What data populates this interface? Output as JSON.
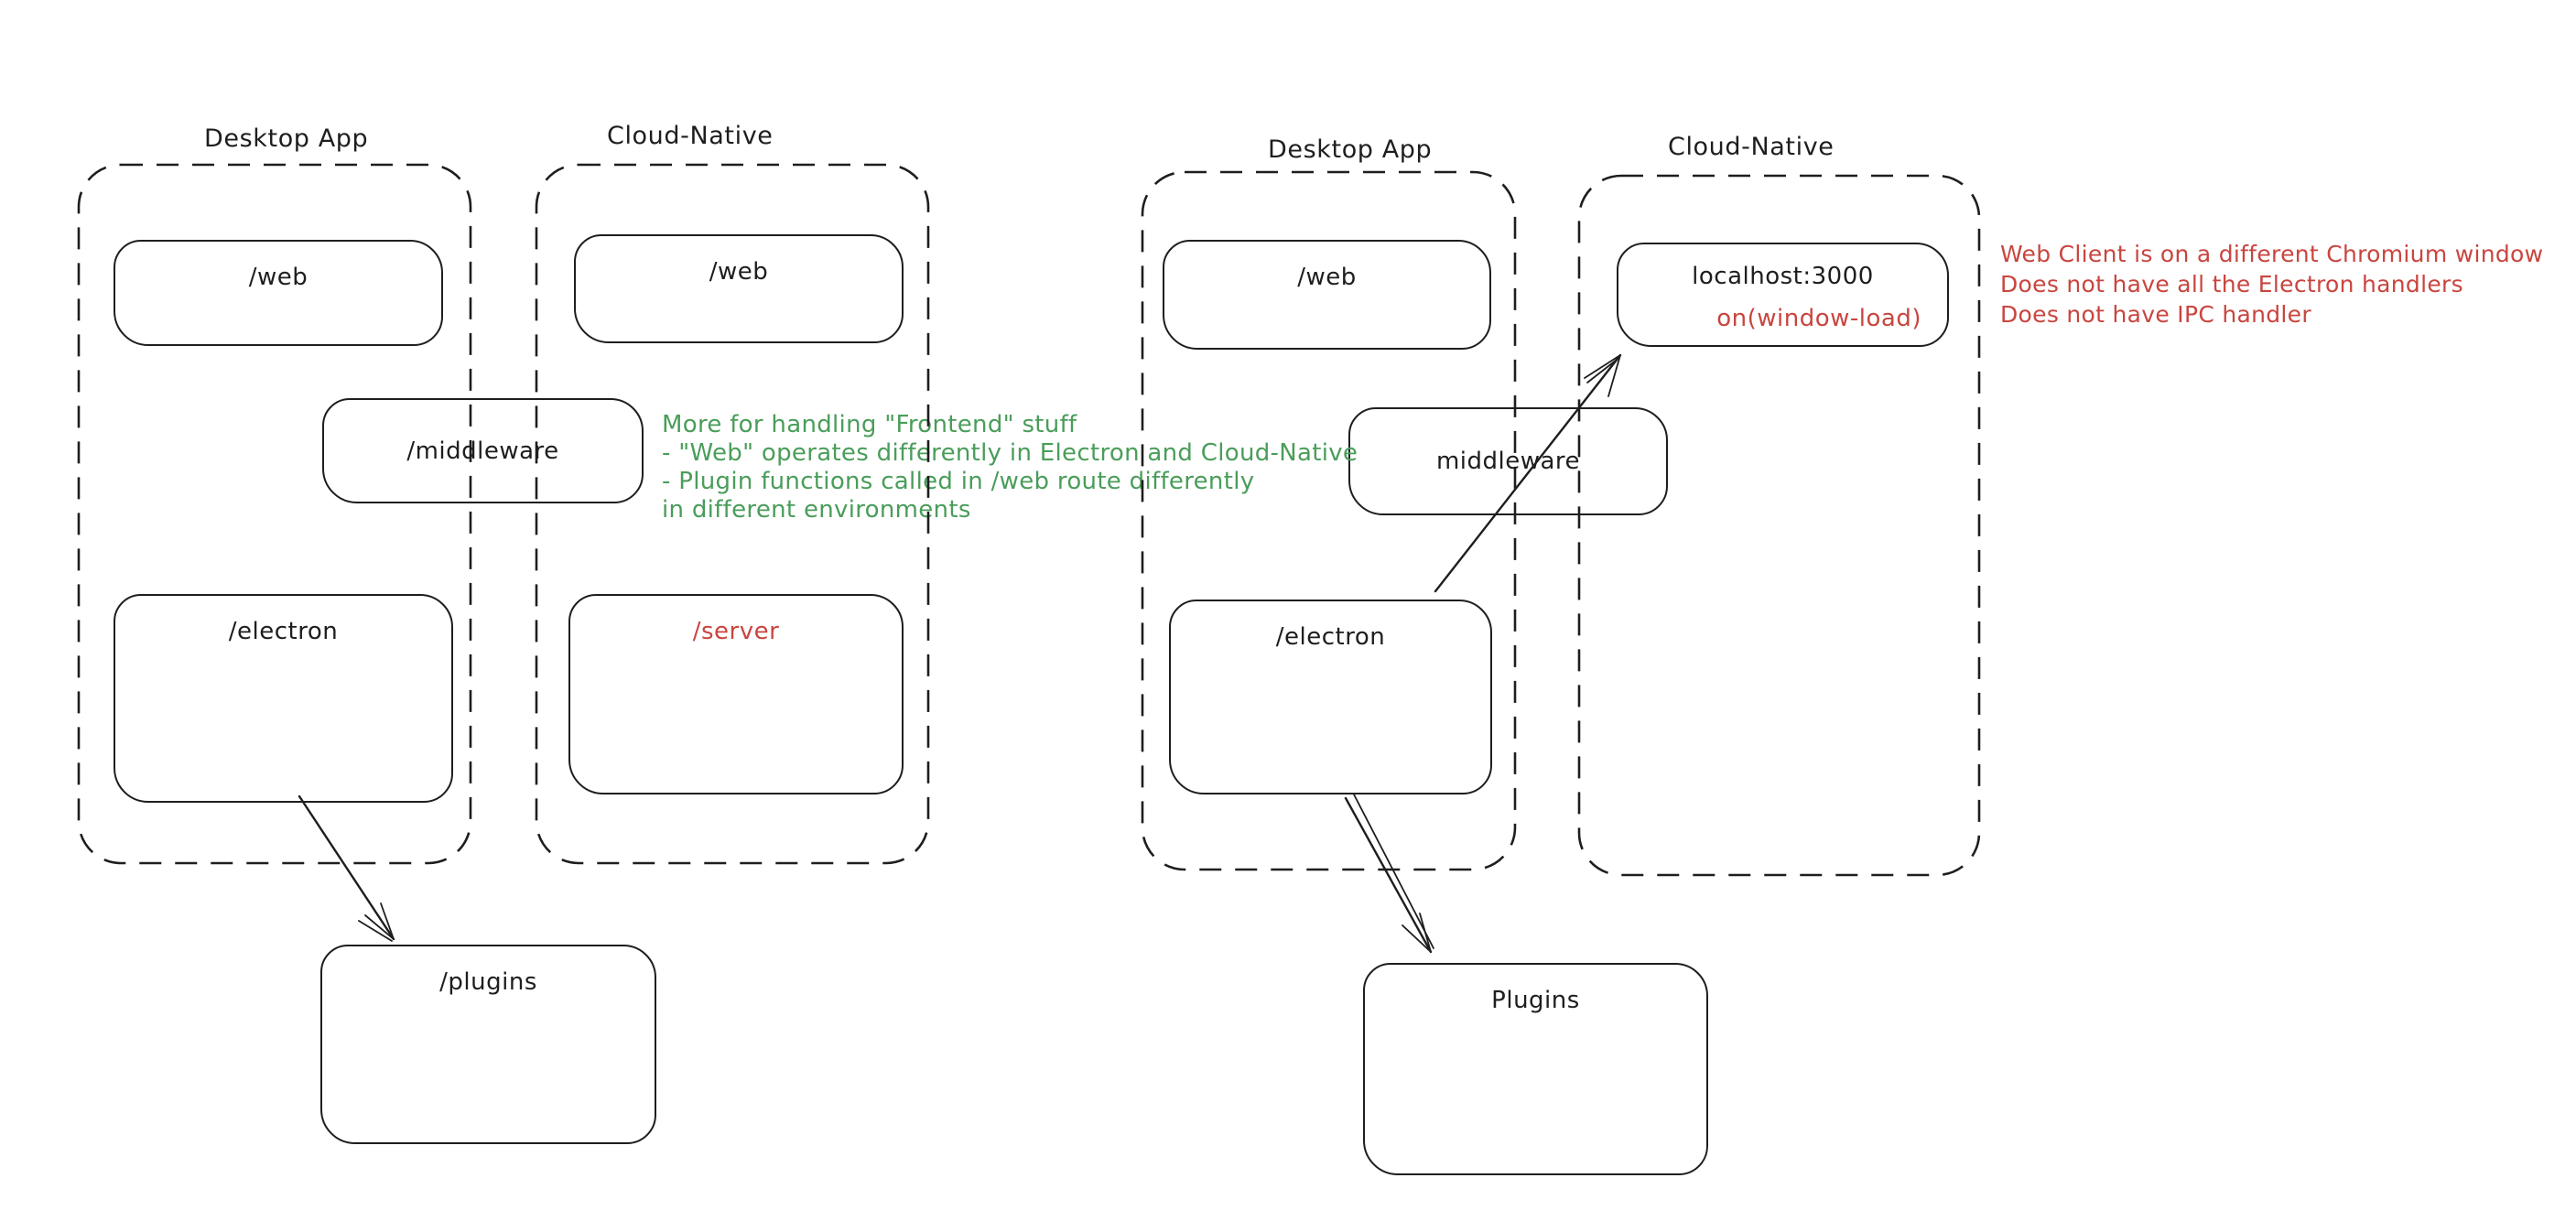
{
  "diagram": "hand-drawn architecture sketch, two variants side by side",
  "colors": {
    "stroke": "#1e1e1e",
    "background": "#ffffff",
    "red": "#c9453f",
    "green": "#4a9d5a"
  },
  "left": {
    "desktop": {
      "title": "Desktop App",
      "web_label": "/web",
      "electron_label": "/electron"
    },
    "cloud": {
      "title": "Cloud-Native",
      "web_label": "/web",
      "server_label": "/server"
    },
    "middleware_label": "/middleware",
    "plugins_label": "/plugins",
    "green_note": {
      "lines": [
        "More for handling \"Frontend\" stuff",
        "- \"Web\" operates differently in Electron and Cloud-Native",
        "- Plugin functions called in /web route differently",
        "in different environments"
      ]
    }
  },
  "right": {
    "desktop": {
      "title": "Desktop App",
      "web_label": "/web",
      "electron_label": "/electron"
    },
    "cloud": {
      "title": "Cloud-Native"
    },
    "localhost": {
      "title": "localhost:3000",
      "event": "on(window-load)"
    },
    "middleware_label": "middleware",
    "plugins_label": "Plugins",
    "red_note": {
      "lines": [
        "Web Client is on a different Chromium window",
        "Does not have all the Electron handlers",
        "Does not have IPC handler"
      ]
    }
  }
}
